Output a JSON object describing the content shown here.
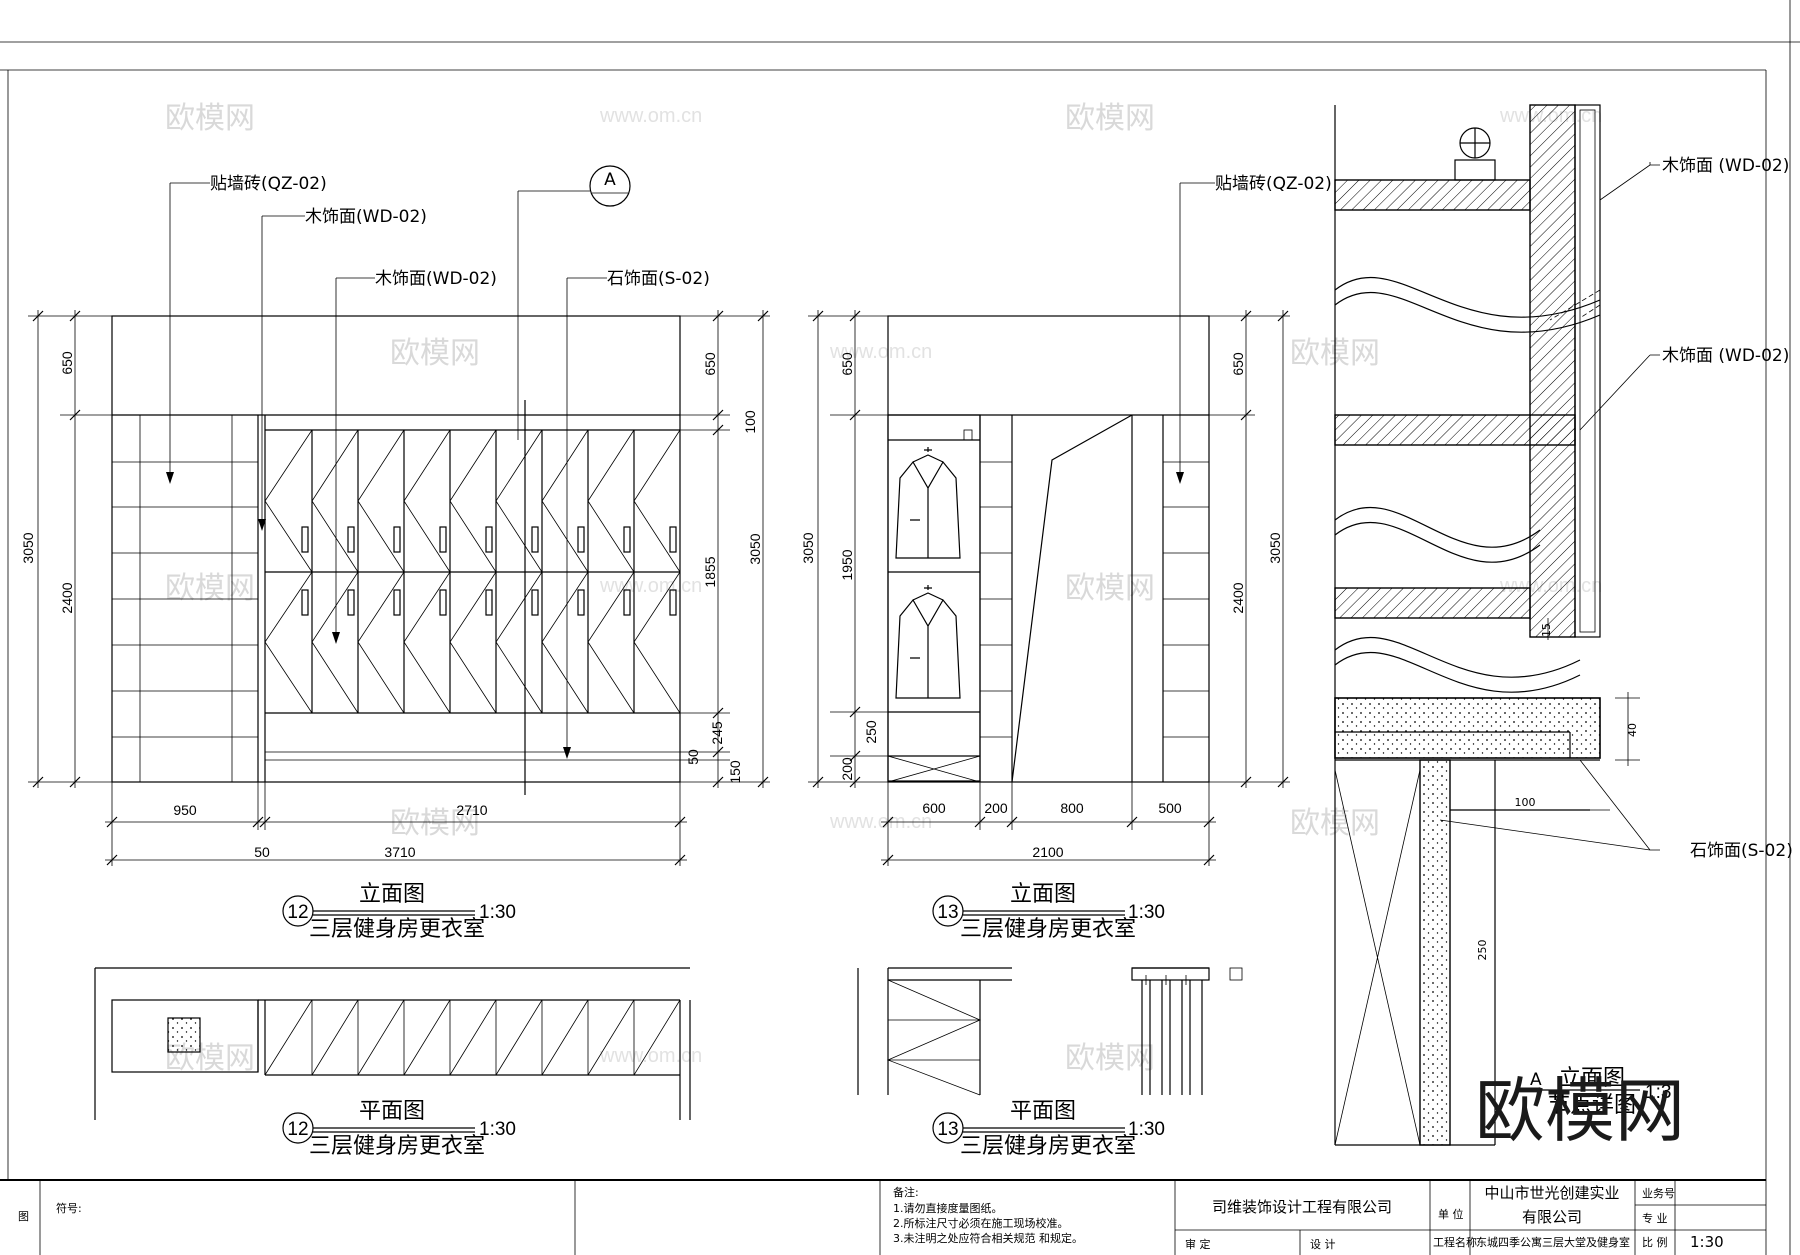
{
  "watermarks": {
    "brand": "欧模网",
    "url": "www.om.cn",
    "big_logo": "欧模网"
  },
  "callouts": {
    "wall_tile_1": "贴墙砖(QZ-02)",
    "wood_1": "木饰面(WD-02)",
    "wood_2": "木饰面(WD-02)",
    "stone_1": "石饰面(S-02)",
    "wall_tile_2": "贴墙砖(QZ-02)",
    "wood_3": "木饰面 (WD-02)",
    "wood_4": "木饰面 (WD-02)",
    "stone_2": "石饰面(S-02)",
    "section_marker": "A"
  },
  "elevation_12": {
    "dims_left": [
      "650",
      "2400",
      "3050"
    ],
    "dims_right": [
      "650",
      "100",
      "1855",
      "245",
      "50",
      "150",
      "3050"
    ],
    "dims_bottom": [
      "950",
      "2710",
      "50",
      "3710"
    ],
    "number": "12",
    "title": "立面图",
    "subtitle": "三层健身房更衣室",
    "scale": "1:30"
  },
  "elevation_13": {
    "dims_left": [
      "650",
      "1950",
      "250",
      "200",
      "3050"
    ],
    "dims_right": [
      "650",
      "2400",
      "3050"
    ],
    "dims_bottom": [
      "600",
      "200",
      "800",
      "500",
      "2100"
    ],
    "number": "13",
    "title": "立面图",
    "subtitle": "三层健身房更衣室",
    "scale": "1:30"
  },
  "plan_12": {
    "number": "12",
    "title": "平面图",
    "subtitle": "三层健身房更衣室",
    "scale": "1:30"
  },
  "plan_13": {
    "number": "13",
    "title": "平面图",
    "subtitle": "三层健身房更衣室",
    "scale": "1:30"
  },
  "section_detail": {
    "dims": [
      "15",
      "40",
      "100",
      "250"
    ],
    "marker": "A",
    "title": "立面图",
    "subtitle": "节点详图",
    "scale": "1:3"
  },
  "title_block": {
    "left_tag": "图",
    "symbol_label": "符号:",
    "notes_heading": "备注:",
    "notes": [
      "1.请勿直接度量图纸。",
      "2.所标注尺寸必须在施工现场校准。",
      "3.未注明之处应符合相关规范 和规定。"
    ],
    "design_company": "司维装饰设计工程有限公司",
    "review_label": "审 定",
    "design_label": "设 计",
    "unit_label": "单 位",
    "client_line1": "中山市世光创建实业",
    "client_line2": "有限公司",
    "project_label": "工程名称",
    "project_name": "东城四季公寓三层大堂及健身室",
    "job_no_label": "业务号",
    "discipline_label": "专 业",
    "scale_label": "比 例",
    "scale_value": "1:30"
  }
}
